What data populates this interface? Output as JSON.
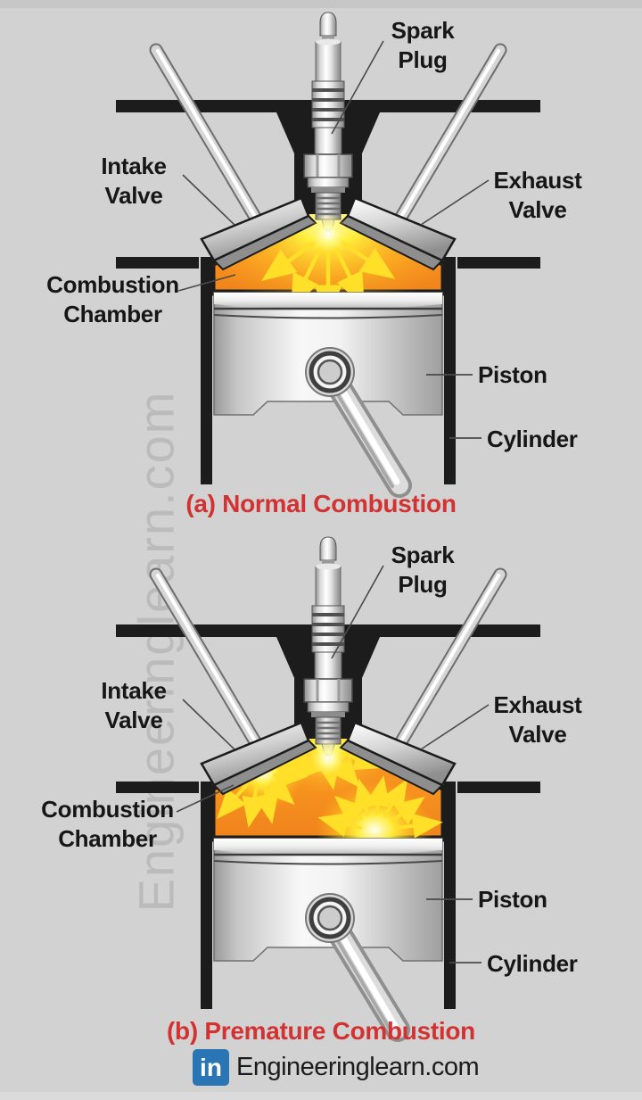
{
  "page": {
    "background": "#d2d2d2",
    "watermark": "Engineeringlearn.com"
  },
  "colors": {
    "structure_black": "#1c1c1c",
    "chamber_orange": "#f6921e",
    "flame_yellow": "#ffdf28",
    "caption_red": "#d23231",
    "linkedin_blue": "#2a76b5",
    "label_black": "#161616"
  },
  "panels": [
    {
      "id": "a",
      "labels": {
        "spark_plug": "Spark Plug",
        "intake_valve": "Intake Valve",
        "exhaust_valve": "Exhaust Valve",
        "combustion_chamber": "Combustion Chamber",
        "piston": "Piston",
        "cylinder": "Cylinder"
      },
      "caption": "(a) Normal Combustion"
    },
    {
      "id": "b",
      "labels": {
        "spark_plug": "Spark Plug",
        "intake_valve": "Intake Valve",
        "exhaust_valve": "Exhaust Valve",
        "combustion_chamber": "Combustion Chamber",
        "piston": "Piston",
        "cylinder": "Cylinder"
      },
      "caption": "(b) Premature Combustion"
    }
  ],
  "footer": {
    "linkedin_glyph": "in",
    "site": "Engineeringlearn.com"
  }
}
